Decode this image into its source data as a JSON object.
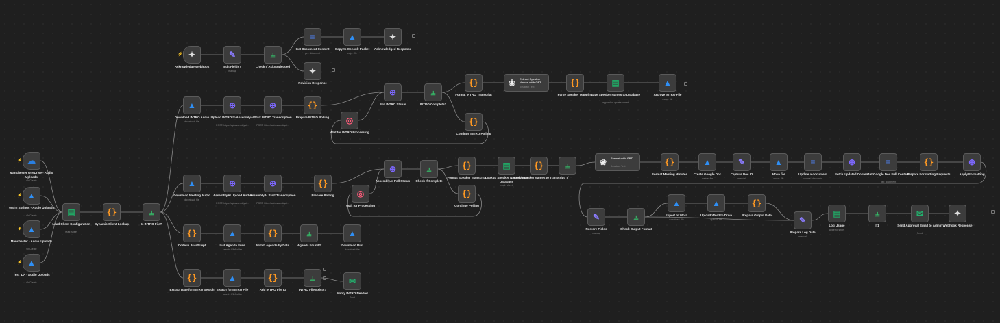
{
  "colors": {
    "background": "#1f1f1f",
    "node": "#3c3c3c",
    "edge": "#8a8a8a",
    "trigger_bolt": "#ff6d5a"
  },
  "nodes": [
    {
      "id": "n_mod",
      "title": "Manchester OneDrive - Audio Uploads",
      "sub": "OnCreate",
      "icon": "onedrive-icon",
      "kind": "od",
      "trigger": true
    },
    {
      "id": "n_warm",
      "title": "Warm Springs - Audio Uploads",
      "sub": "OnCreate",
      "icon": "google-drive-icon",
      "kind": "drive",
      "trigger": true
    },
    {
      "id": "n_man",
      "title": "Manchester - Audio Uploads",
      "sub": "OnCreate",
      "icon": "google-drive-icon",
      "kind": "drive",
      "trigger": true
    },
    {
      "id": "n_test",
      "title": "Test_DA - Audio Uploads",
      "sub": "OnCreate",
      "icon": "google-drive-icon",
      "kind": "drive",
      "trigger": true
    },
    {
      "id": "n_load",
      "title": "Load Client Configuration",
      "sub": "read: sheet",
      "icon": "google-sheets-icon",
      "kind": "sheet"
    },
    {
      "id": "n_dyn",
      "title": "Dynamic Client Lookup",
      "sub": "",
      "icon": "code-icon",
      "kind": "code"
    },
    {
      "id": "n_isintro",
      "title": "Is INTRO File?",
      "sub": "",
      "icon": "if-icon",
      "kind": "if"
    },
    {
      "id": "n_ackhook",
      "title": "Acknowledge Webhook",
      "sub": "",
      "icon": "webhook-icon",
      "kind": "hook",
      "trigger": true
    },
    {
      "id": "n_edit",
      "title": "Edit Fields?",
      "sub": "manual",
      "icon": "edit-icon",
      "kind": "edit"
    },
    {
      "id": "n_checkack",
      "title": "Check If Acknowledged",
      "sub": "",
      "icon": "if-icon",
      "kind": "if"
    },
    {
      "id": "n_getdoc",
      "title": "Get Document Content",
      "sub": "get: document",
      "icon": "google-docs-icon",
      "kind": "doc"
    },
    {
      "id": "n_copy",
      "title": "Copy to Consult Packet",
      "sub": "copy: file",
      "icon": "google-drive-icon",
      "kind": "drive"
    },
    {
      "id": "n_ackresp",
      "title": "Acknowledged Response",
      "sub": "",
      "icon": "webhook-icon",
      "kind": "hook"
    },
    {
      "id": "n_revresp",
      "title": "Revision Response",
      "sub": "",
      "icon": "webhook-icon",
      "kind": "hook"
    },
    {
      "id": "n_dlintro",
      "title": "Download INTRO Audio",
      "sub": "download: file",
      "icon": "google-drive-icon",
      "kind": "drive"
    },
    {
      "id": "n_upintro",
      "title": "Upload INTRO to AssemblyAI",
      "sub": "POST: https://api.assemblyai...",
      "icon": "http-icon",
      "kind": "http"
    },
    {
      "id": "n_startintro",
      "title": "Start INTRO Transcription",
      "sub": "POST: https://api.assemblyai...",
      "icon": "http-icon",
      "kind": "http"
    },
    {
      "id": "n_prepintro",
      "title": "Prepare INTRO Polling",
      "sub": "",
      "icon": "code-icon",
      "kind": "code"
    },
    {
      "id": "n_waitintro",
      "title": "Wait for INTRO Processing",
      "sub": "",
      "icon": "wait-icon",
      "kind": "wait"
    },
    {
      "id": "n_pollintro",
      "title": "Poll INTRO Status",
      "sub": "",
      "icon": "http-icon",
      "kind": "http"
    },
    {
      "id": "n_introcomp",
      "title": "INTRO Complete?",
      "sub": "",
      "icon": "if-icon",
      "kind": "if"
    },
    {
      "id": "n_fmtintro",
      "title": "Format INTRO Transcript",
      "sub": "",
      "icon": "code-icon",
      "kind": "code"
    },
    {
      "id": "n_contintro",
      "title": "Continue INTRO Polling",
      "sub": "",
      "icon": "code-icon",
      "kind": "code"
    },
    {
      "id": "n_extract",
      "title": "Extract Speaker Names with GPT",
      "sub": "Assistant Text",
      "icon": "openai-icon",
      "kind": "gpt",
      "wide": true
    },
    {
      "id": "n_parse",
      "title": "Parse Speaker Mapping",
      "sub": "",
      "icon": "code-icon",
      "kind": "code"
    },
    {
      "id": "n_savesp",
      "title": "Save Speaker Names to Database",
      "sub": "append or update: sheet",
      "icon": "google-sheets-icon",
      "kind": "sheet"
    },
    {
      "id": "n_archive",
      "title": "Archive INTRO File",
      "sub": "move: file",
      "icon": "google-drive-icon",
      "kind": "drive"
    },
    {
      "id": "n_dlmeet",
      "title": "Download Meeting Audio",
      "sub": "download: file",
      "icon": "google-drive-icon",
      "kind": "drive"
    },
    {
      "id": "n_upmeet",
      "title": "AssemblyAI Upload Audio",
      "sub": "POST: https://api.assemblyai...",
      "icon": "http-icon",
      "kind": "http"
    },
    {
      "id": "n_startmeet",
      "title": "AssemblyAI Start Transcription",
      "sub": "POST: https://api.assemblyai...",
      "icon": "http-icon",
      "kind": "http"
    },
    {
      "id": "n_preppoll",
      "title": "Prepare Polling",
      "sub": "",
      "icon": "code-icon",
      "kind": "code"
    },
    {
      "id": "n_waitproc",
      "title": "Wait for Processing",
      "sub": "",
      "icon": "wait-icon",
      "kind": "wait"
    },
    {
      "id": "n_pollstatus",
      "title": "AssemblyAI Poll Status",
      "sub": "",
      "icon": "http-icon",
      "kind": "http"
    },
    {
      "id": "n_checkcomp",
      "title": "Check If Complete",
      "sub": "",
      "icon": "if-icon",
      "kind": "if"
    },
    {
      "id": "n_fmtspk",
      "title": "Format Speaker Transcript",
      "sub": "",
      "icon": "code-icon",
      "kind": "code"
    },
    {
      "id": "n_contpoll",
      "title": "Continue Polling",
      "sub": "",
      "icon": "code-icon",
      "kind": "code"
    },
    {
      "id": "n_lookupsp",
      "title": "Lookup Speaker Names from Database",
      "sub": "read: sheet",
      "icon": "google-sheets-icon",
      "kind": "sheet"
    },
    {
      "id": "n_applysp",
      "title": "Apply Speaker Names to Transcript",
      "sub": "",
      "icon": "code-icon",
      "kind": "code"
    },
    {
      "id": "n_if1",
      "title": "If",
      "sub": "",
      "icon": "if-icon",
      "kind": "if"
    },
    {
      "id": "n_fmtgpt",
      "title": "Format with GPT",
      "sub": "Assistant Text",
      "icon": "openai-icon",
      "kind": "gpt",
      "wide": true
    },
    {
      "id": "n_fmtmin",
      "title": "Format Meeting Minutes",
      "sub": "",
      "icon": "code-icon",
      "kind": "code"
    },
    {
      "id": "n_creategd",
      "title": "Create Google Doc",
      "sub": "create: file",
      "icon": "google-drive-icon",
      "kind": "drive"
    },
    {
      "id": "n_capdoc",
      "title": "Capture Doc ID",
      "sub": "manual",
      "icon": "edit-icon",
      "kind": "edit"
    },
    {
      "id": "n_movefile",
      "title": "Move file",
      "sub": "move: file",
      "icon": "google-drive-icon",
      "kind": "drive"
    },
    {
      "id": "n_updoc",
      "title": "Update a document",
      "sub": "update: document",
      "icon": "google-docs-icon",
      "kind": "doc"
    },
    {
      "id": "n_fetch",
      "title": "Fetch Updated Content",
      "sub": "",
      "icon": "http-icon",
      "kind": "http"
    },
    {
      "id": "n_getfull",
      "title": "Get Google Doc Full Content",
      "sub": "get: document",
      "icon": "google-docs-icon",
      "kind": "doc"
    },
    {
      "id": "n_prepfmt",
      "title": "Prepare Formatting Requests",
      "sub": "",
      "icon": "code-icon",
      "kind": "code"
    },
    {
      "id": "n_applyfmt",
      "title": "Apply Formatting",
      "sub": "",
      "icon": "http-icon",
      "kind": "http"
    },
    {
      "id": "n_restore",
      "title": "Restore Fields",
      "sub": "manual",
      "icon": "edit-icon",
      "kind": "edit"
    },
    {
      "id": "n_checkout",
      "title": "Check Output Format",
      "sub": "",
      "icon": "if-icon",
      "kind": "if"
    },
    {
      "id": "n_export",
      "title": "Export to Word",
      "sub": "download: file",
      "icon": "google-drive-icon",
      "kind": "drive"
    },
    {
      "id": "n_upword",
      "title": "Upload Word to Drive",
      "sub": "upload: file",
      "icon": "google-drive-icon",
      "kind": "drive"
    },
    {
      "id": "n_prepout",
      "title": "Prepare Output Data",
      "sub": "",
      "icon": "code-icon",
      "kind": "code"
    },
    {
      "id": "n_preplog",
      "title": "Prepare Log Data",
      "sub": "manual",
      "icon": "edit-icon",
      "kind": "edit"
    },
    {
      "id": "n_logusage",
      "title": "Log Usage",
      "sub": "append: sheet",
      "icon": "google-sheets-icon",
      "kind": "sheet"
    },
    {
      "id": "n_if2",
      "title": "If1",
      "sub": "",
      "icon": "if-icon",
      "kind": "if"
    },
    {
      "id": "n_sendmail",
      "title": "Send Approval Email to Admin",
      "sub": "Send",
      "icon": "gmail-icon",
      "kind": "mail"
    },
    {
      "id": "n_webresp",
      "title": "Webhook Response",
      "sub": "",
      "icon": "webhook-icon",
      "kind": "hook"
    },
    {
      "id": "n_codejs",
      "title": "Code in JavaScript",
      "sub": "",
      "icon": "code-icon",
      "kind": "code"
    },
    {
      "id": "n_listag",
      "title": "List Agenda Files",
      "sub": "search: FileFolder",
      "icon": "google-drive-icon",
      "kind": "drive"
    },
    {
      "id": "n_matchag",
      "title": "Match Agenda by Date",
      "sub": "",
      "icon": "code-icon",
      "kind": "code"
    },
    {
      "id": "n_agfound",
      "title": "Agenda Found?",
      "sub": "",
      "icon": "if-icon",
      "kind": "if"
    },
    {
      "id": "n_dlbin",
      "title": "Download Bin!",
      "sub": "download: file",
      "icon": "google-drive-icon",
      "kind": "drive"
    },
    {
      "id": "n_extractdate",
      "title": "Extract Date for INTRO Search",
      "sub": "",
      "icon": "code-icon",
      "kind": "code"
    },
    {
      "id": "n_searchintro",
      "title": "Search for INTRO File",
      "sub": "search: FileFolder",
      "icon": "google-drive-icon",
      "kind": "drive"
    },
    {
      "id": "n_addintro",
      "title": "Add INTRO File ID",
      "sub": "",
      "icon": "code-icon",
      "kind": "code"
    },
    {
      "id": "n_introexists",
      "title": "INTRO File Exists?",
      "sub": "",
      "icon": "if-icon",
      "kind": "if"
    },
    {
      "id": "n_notify",
      "title": "Notify INTRO Needed",
      "sub": "Send",
      "icon": "gmail-icon",
      "kind": "mail"
    }
  ]
}
